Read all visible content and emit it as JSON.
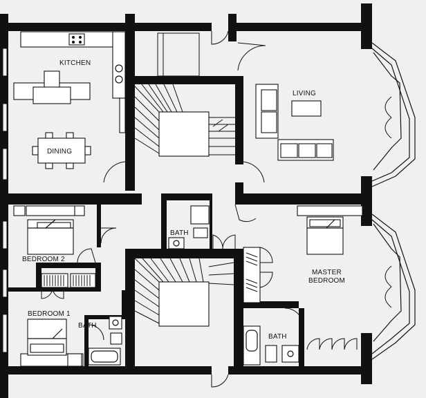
{
  "diagram": {
    "type": "floor-plan",
    "rooms": {
      "kitchen": "KITCHEN",
      "dining": "DINING",
      "living": "LIVING",
      "bedroom2": "BEDROOM 2",
      "bedroom1": "BEDROOM 1",
      "bath_center": "BATH",
      "bath_bed1": "BATH",
      "master_line1": "MASTER",
      "master_line2": "BEDROOM",
      "bath_master": "BATH"
    },
    "colors": {
      "background": "#f0f0f0",
      "walls": "#111111",
      "furniture": "#ffffff"
    }
  }
}
